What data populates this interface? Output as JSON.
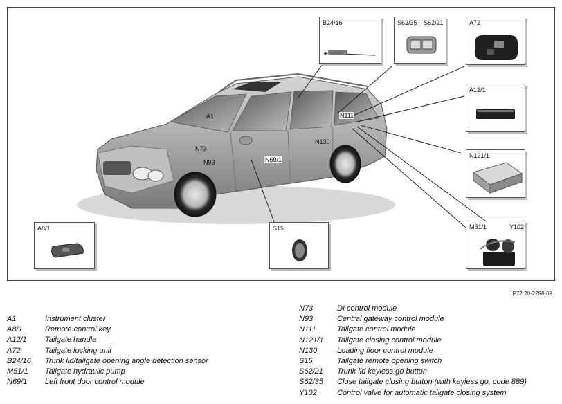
{
  "figure_ref": "P72.20-2298-09",
  "callouts": {
    "b24_16": "B24/16",
    "s62": [
      "S62/35",
      "S62/21"
    ],
    "a72": "A72",
    "a12_1": "A12/1",
    "n121_1": "N121/1",
    "m51_1": "M51/1",
    "y102": "Y102",
    "a8_1": "A8/1",
    "s15": "S15"
  },
  "car_labels": [
    "A1",
    "N73",
    "N93",
    "N69/1",
    "N130",
    "N111"
  ],
  "legend_left": [
    {
      "code": "A1",
      "desc": "Instrument cluster"
    },
    {
      "code": "A8/1",
      "desc": "Remote control key"
    },
    {
      "code": "A12/1",
      "desc": "Tailgate handle"
    },
    {
      "code": "A72",
      "desc": "Tailgate locking unit"
    },
    {
      "code": "B24/16",
      "desc": "Trunk lid/tailgate opening angle detection sensor"
    },
    {
      "code": "M51/1",
      "desc": "Tailgate hydraulic pump"
    },
    {
      "code": "N69/1",
      "desc": "Left front door control module"
    }
  ],
  "legend_right": [
    {
      "code": "N73",
      "desc": "DI control module"
    },
    {
      "code": "N93",
      "desc": "Central gateway control module"
    },
    {
      "code": "N111",
      "desc": "Tailgate control module"
    },
    {
      "code": "N121/1",
      "desc": "Tailgate closing control module"
    },
    {
      "code": "N130",
      "desc": "Loading floor control module"
    },
    {
      "code": "S15",
      "desc": "Tailgate remote opening switch"
    },
    {
      "code": "S62/21",
      "desc": "Trunk lid keyless go button"
    },
    {
      "code": "S62/35",
      "desc": "Close tailgate closing button (with keyless go, code 889)"
    },
    {
      "code": "Y102",
      "desc": "Control valve for automatic tailgate closing system"
    }
  ]
}
